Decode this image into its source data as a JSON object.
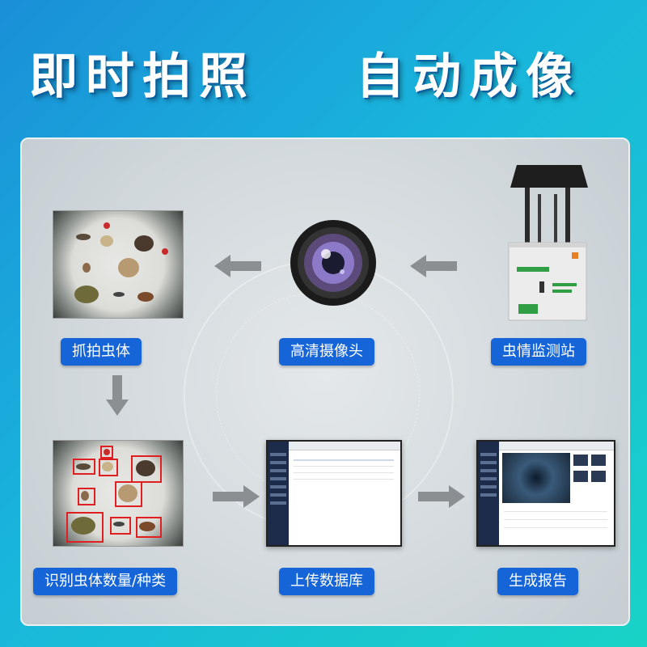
{
  "headline": {
    "left": "即时拍照",
    "right": "自动成像"
  },
  "steps": {
    "capture": "抓拍虫体",
    "camera": "高清摄像头",
    "station": "虫情监测站",
    "identify": "识别虫体数量/种类",
    "upload": "上传数据库",
    "report": "生成报告"
  },
  "colors": {
    "label_bg": "#1565d8",
    "detection_box": "#e02020",
    "headline": "#ffffff"
  }
}
